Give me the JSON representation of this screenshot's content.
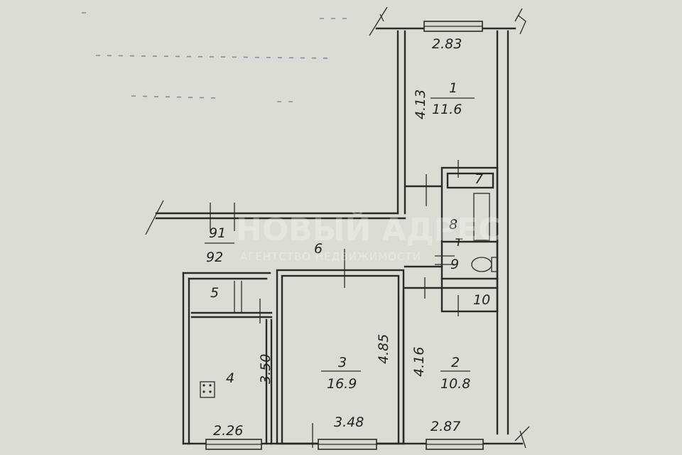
{
  "plan": {
    "rooms": [
      {
        "number": "1",
        "area": "11.6",
        "side_dim": "4.13",
        "top_dim": "2.83"
      },
      {
        "number": "2",
        "area": "10.8",
        "side_dim": "4.16",
        "bottom_dim": "2.87"
      },
      {
        "number": "3",
        "area": "16.9",
        "side_dim": "4.85",
        "bottom_dim": "3.48"
      },
      {
        "number": "4",
        "side_dim": "3.50",
        "bottom_dim": "2.26"
      },
      {
        "number": "5"
      },
      {
        "number": "6"
      },
      {
        "number": "7"
      },
      {
        "number": "8"
      },
      {
        "number": "9"
      },
      {
        "number": "10"
      }
    ],
    "stair_labels": [
      "91",
      "92"
    ],
    "entry_mark": "т"
  },
  "watermark": {
    "main": "НОВЫЙ АДРЕС",
    "sub": "АГЕНТСТВО НЕДВИЖИМОСТИ"
  },
  "colors": {
    "paper": "#dcdcd4",
    "ink": "#2a2a2a"
  }
}
